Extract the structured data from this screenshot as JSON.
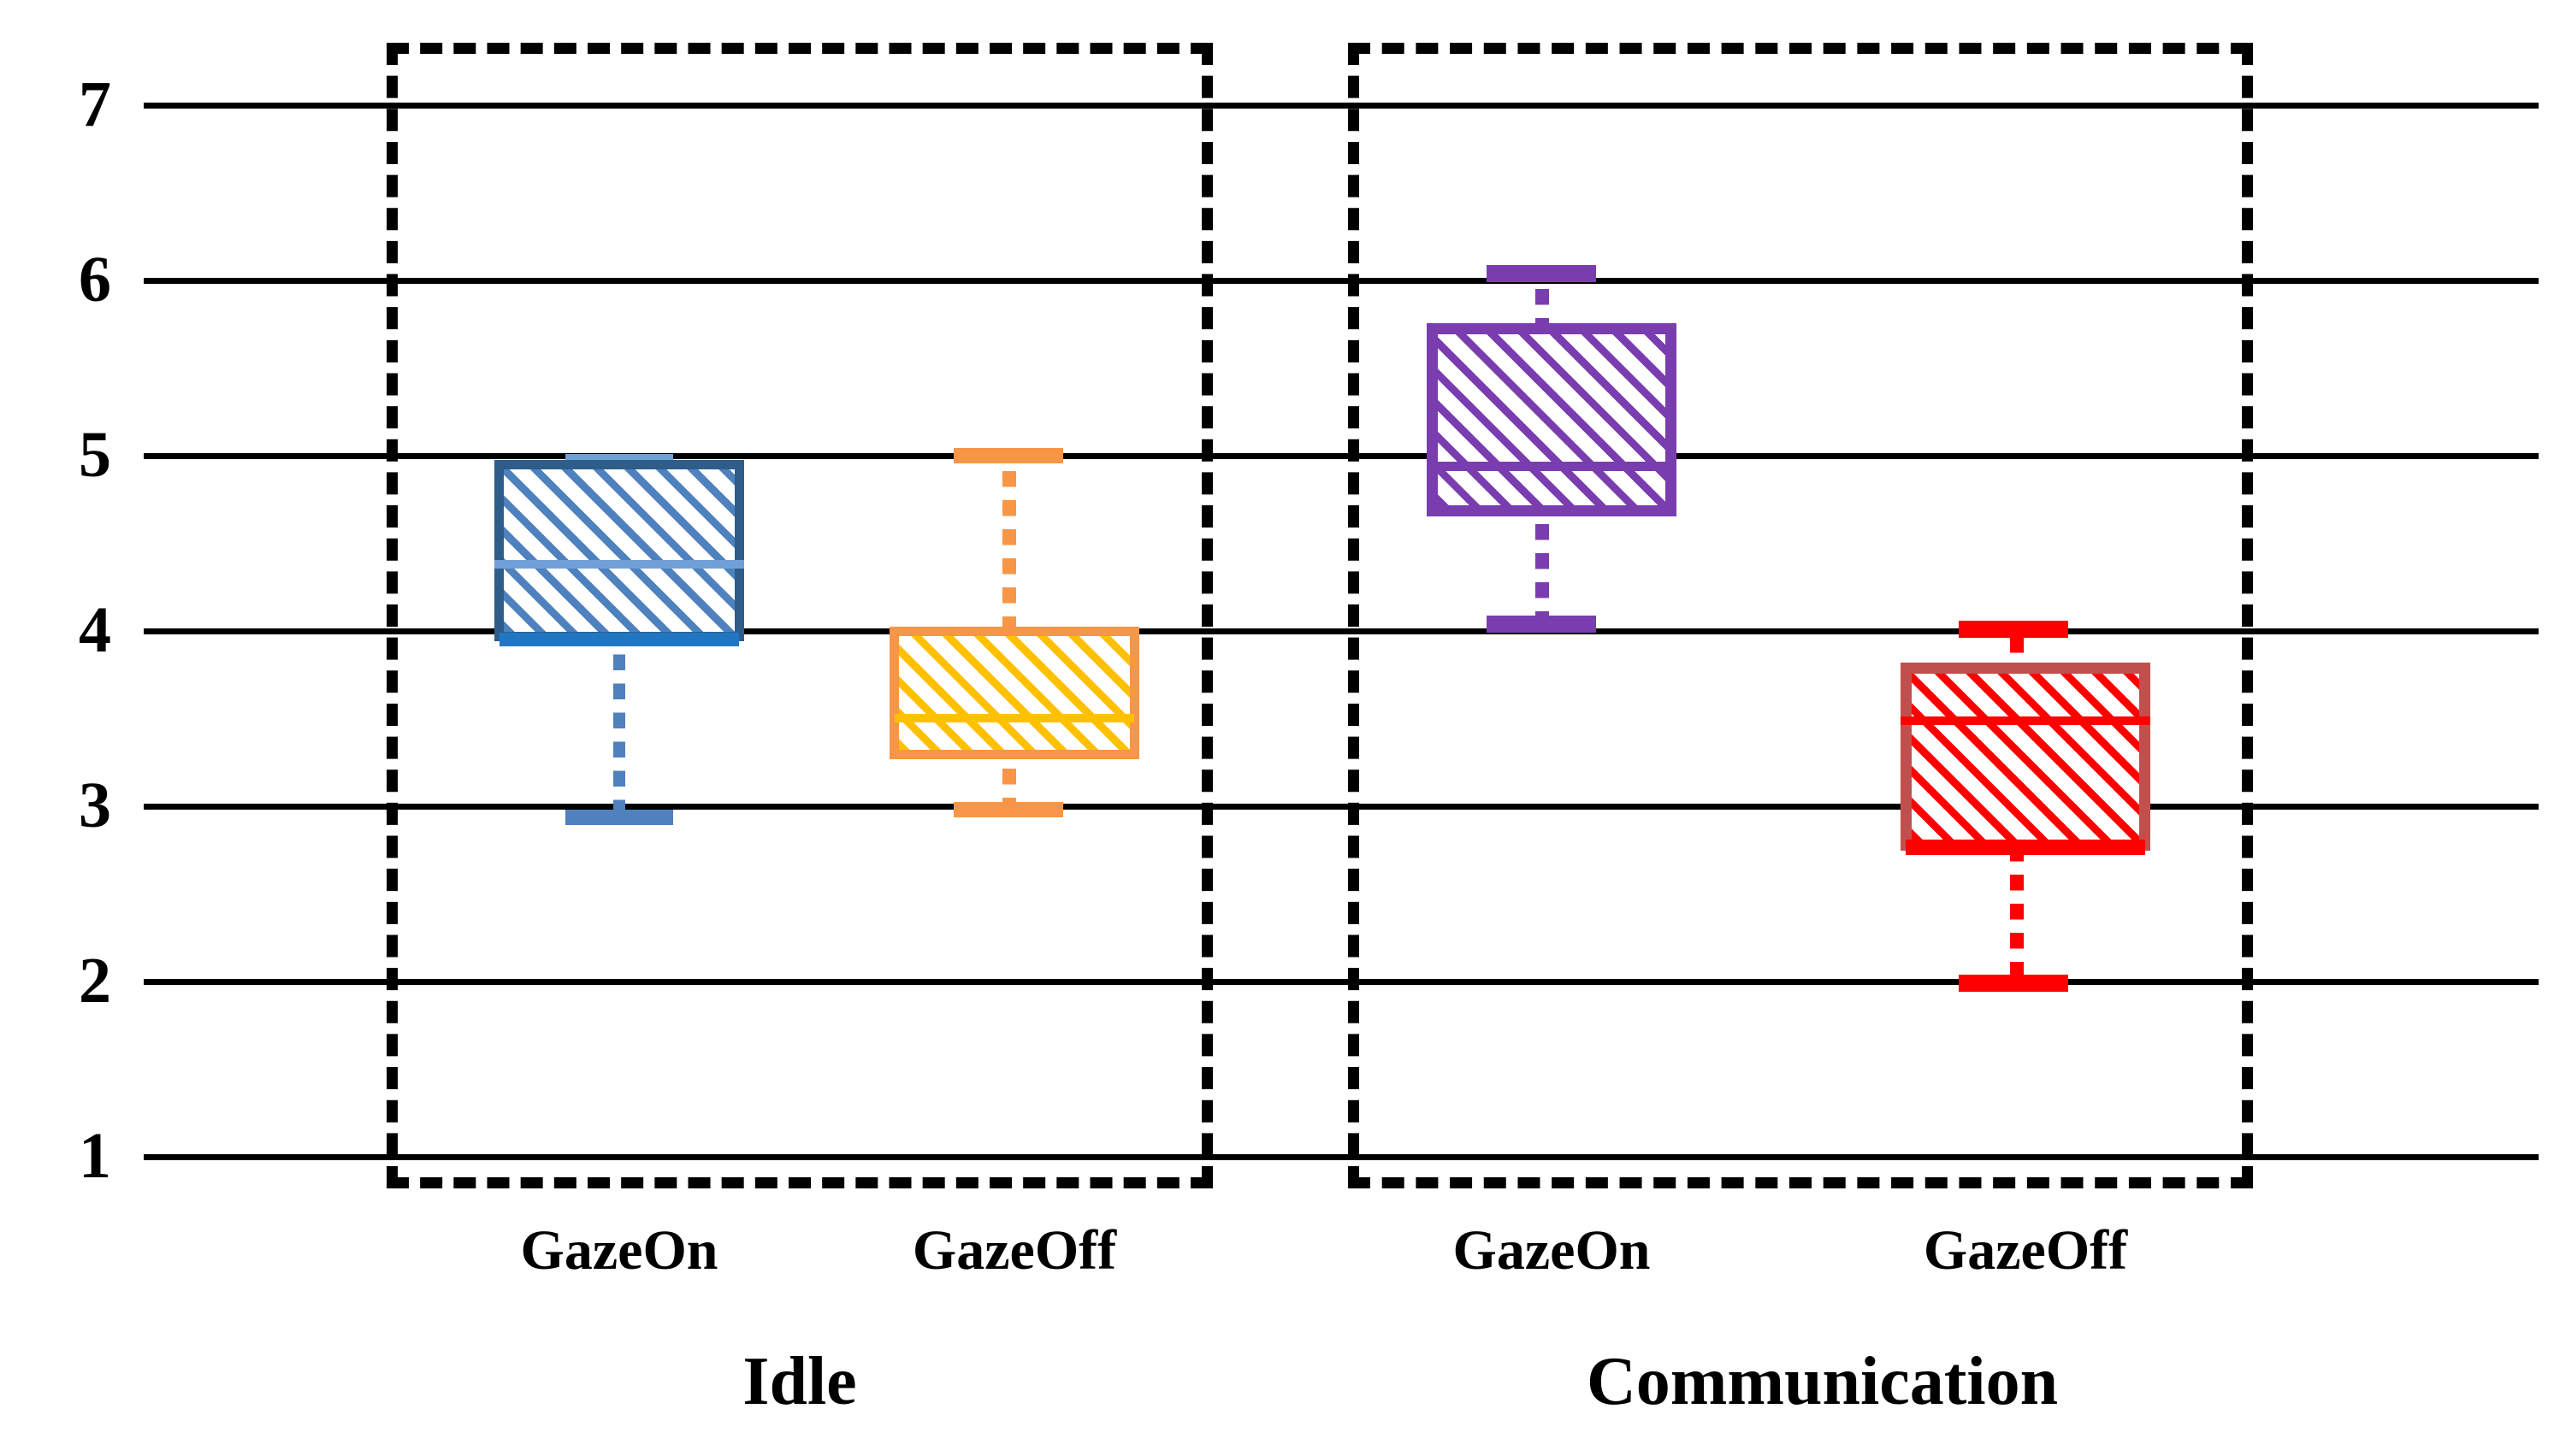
{
  "chart_data": {
    "type": "box",
    "title": "",
    "xlabel": "",
    "ylabel": "",
    "ylim": [
      1,
      7
    ],
    "yticks": [
      "1",
      "2",
      "3",
      "4",
      "5",
      "6",
      "7"
    ],
    "grid": "horizontal",
    "legend": "none",
    "groups": [
      {
        "name": "Idle",
        "boxes": [
          {
            "label": "GazeOn",
            "color": "#4E81BD",
            "border_color": "#2E5D8A",
            "hatch": "/",
            "min": 2.94,
            "q1": 3.93,
            "median": 4.38,
            "q3": 4.93,
            "max": 4.95
          },
          {
            "label": "GazeOff",
            "color": "#FFC000",
            "border_color": "#F79646",
            "hatch": "/",
            "min": 2.96,
            "q1": 3.27,
            "median": 3.5,
            "q3": 3.99,
            "max": 5.01
          }
        ]
      },
      {
        "name": "Communication",
        "boxes": [
          {
            "label": "GazeOn",
            "color": "#7A3DAF",
            "border_color": "#7A3DAF",
            "hatch": "/",
            "min": 4.03,
            "q1": 4.67,
            "median": 4.92,
            "q3": 5.7,
            "max": 6.06
          },
          {
            "label": "GazeOff",
            "color": "#FF0000",
            "border_color": "#C0504D",
            "hatch": "/",
            "min": 2.03,
            "q1": 2.75,
            "median": 3.5,
            "q3": 3.79,
            "max": 4.03
          }
        ]
      }
    ]
  },
  "axis": {
    "ticks": [
      {
        "value": 7,
        "label": "7"
      },
      {
        "value": 6,
        "label": "6"
      },
      {
        "value": 5,
        "label": "5"
      },
      {
        "value": 4,
        "label": "4"
      },
      {
        "value": 3,
        "label": "3"
      },
      {
        "value": 2,
        "label": "2"
      },
      {
        "value": 1,
        "label": "1"
      }
    ]
  },
  "categories": [
    {
      "label": "GazeOn"
    },
    {
      "label": "GazeOff"
    },
    {
      "label": "GazeOn"
    },
    {
      "label": "GazeOff"
    }
  ],
  "group_labels": [
    {
      "label": "Idle"
    },
    {
      "label": "Communication"
    }
  ],
  "colors": {
    "grid": "#000000",
    "group_outline": "#000000",
    "series_blue": "#4E81BD",
    "series_blue_border": "#2E5D8A",
    "series_yellow": "#FFC000",
    "series_yellow_border": "#F79646",
    "series_purple": "#7A3DAF",
    "series_red": "#FF0000",
    "series_red_border": "#C0504D"
  }
}
